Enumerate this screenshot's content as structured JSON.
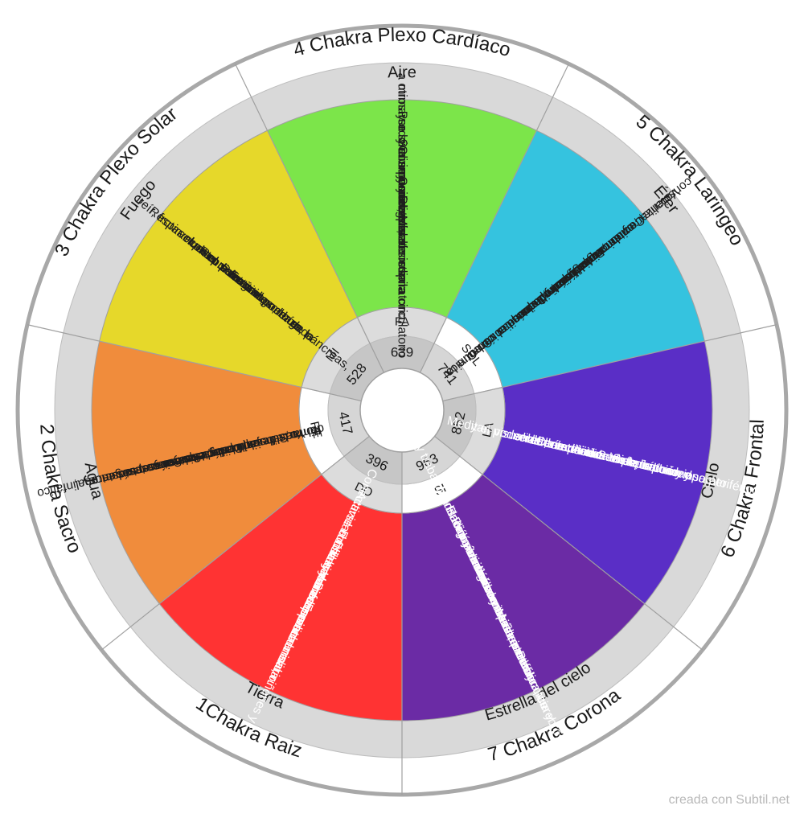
{
  "chakras": [
    {
      "name": "4 Chakra Plexo Cardíaco",
      "element": "Aire",
      "note": "FA",
      "freq": "639",
      "color": "#7ce54a",
      "text_color": "#1e1e1e",
      "lines": [
        "Regula el sistema circulatorio",
        "y el aparato respiratorio.",
        "Conecta al ser con la",
        "Compasión, Misericordia",
        "y el amor universal.",
        "Perdonarse y amarse,",
        "mimarse. Servir y cuidar",
        "a otros y a sí mismo."
      ]
    },
    {
      "name": "5 Chakra Laringeo",
      "element": "Éter",
      "note": "SOL",
      "freq": "741",
      "color": "#35c3df",
      "text_color": "#1e1e1e",
      "lines": [
        "Comunicación entre lo",
        "físico y lo psíquico. Comunica",
        "el sentir, expresa el verbo",
        "Patologías relacionadas con",
        "garganta, aparato",
        "bronquial y pulmonar.",
        "Comunicación, creatividad",
        "y emocional.",
        "Vocalizar, cantar, respiración",
        "consciente, recitar mantras."
      ]
    },
    {
      "name": "6 Chakra Frontal",
      "element": "Cielo",
      "note": "LA",
      "freq": "852",
      "color": "#5a2ec6",
      "text_color": "#ffffff",
      "lines": [
        "Sistema nervioso periférico,",
        "vista, oídos y aparato",
        "respiratorio.",
        "Activa la percepción y",
        "el entendimiento de la Unidad.",
        "Conecta al Ser con la",
        "verdadera mirada de la",
        "sabiduría divina",
        "y el poder de la intuición.",
        "Meditar, visualizar, respirar"
      ]
    },
    {
      "name": "7 Chakra Corona",
      "element": "Estrella del cielo",
      "note": "SI",
      "freq": "963",
      "color": "#6b2ba5",
      "text_color": "#ffffff",
      "lines": [
        "Masa encefálica, cerebro,",
        "cerebelo, protuberancia y",
        "bulbo raquídeo. Producción",
        "de neurotransmisores y",
        "sistema nervioso central.",
        "Representa la conexión con",
        "la Energía Universal y nuestra",
        "sabiduría interna.",
        "Meditación, oración",
        "y trabajo con la luz y energía."
      ]
    },
    {
      "name": "1Chakra Raiz",
      "element": "Tierra",
      "note": "DO",
      "freq": "396",
      "color": "#ff3333",
      "text_color": "#ffffff",
      "lines": [
        "Espina dorsal, riñones y",
        "aparato urinario.",
        "Hormonas adrenalina",
        "y noradrenalina.",
        "Chakras inferiores:",
        "Rodillas y Pies.",
        "Actividad física, danza.",
        "Conectarse con la tierra."
      ]
    },
    {
      "name": "2 Chakra Sacro",
      "element": "Agua",
      "note": "RE",
      "freq": "417",
      "color": "#f08c3c",
      "text_color": "#1e1e1e",
      "lines": [
        "Sistema reproductor y linfático",
        "Hormonas testosterona,",
        "progesterona y estrógenos.",
        "Conecta al Ser con sus",
        "capacidades creativas,",
        "de flexibilidad y expresión.",
        "Pintar, dibujar, bailar, ensayar",
        "formas de expresión",
        "del Yo Sensual."
      ]
    },
    {
      "name": "3 Chakra Plexo Solar",
      "element": "Fuego",
      "note": "MI",
      "freq": "528",
      "color": "#e6d82a",
      "text_color": "#1e1e1e",
      "lines": [
        "Estómago, bazo, páncreas,",
        "intestinos e hígado.",
        "Representa el poder de la",
        "voluntad. Permite reconocer",
        "nuestro potencial.",
        "Respirar con el diafragma,",
        "reír, frotar el plexo solar."
      ]
    }
  ],
  "credit": "creada con Subtil.net"
}
